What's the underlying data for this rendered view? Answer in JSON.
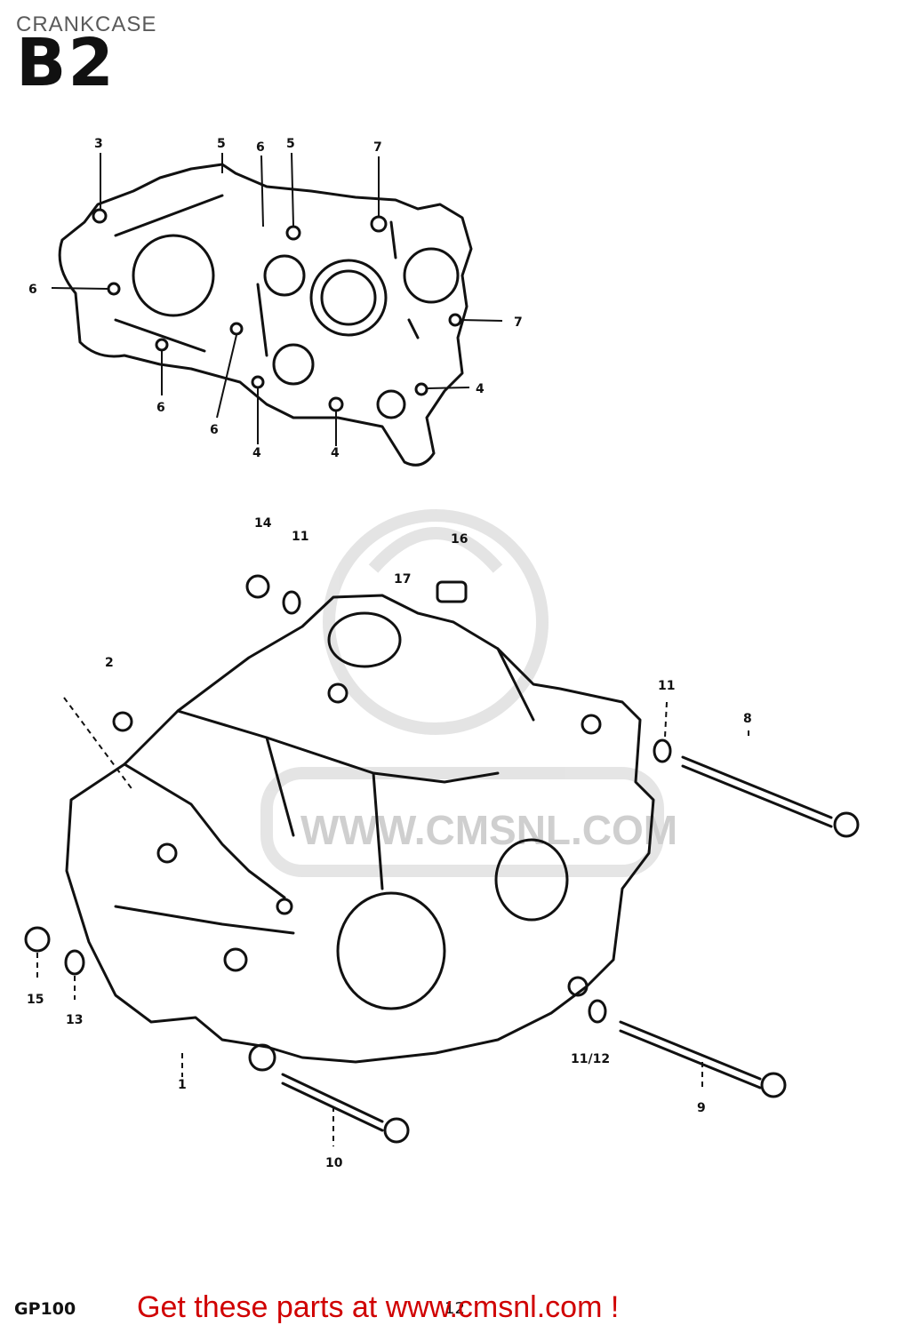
{
  "header": {
    "caption": "CRANKCASE",
    "section_code": "B2"
  },
  "callouts": {
    "upper_case": [
      "3",
      "5",
      "6",
      "5",
      "7",
      "6",
      "7",
      "6",
      "6",
      "4",
      "4",
      "4"
    ],
    "lower_case": [
      "14",
      "11",
      "16",
      "17",
      "2",
      "11",
      "8",
      "15",
      "13",
      "1",
      "10",
      "9",
      "11/12"
    ]
  },
  "watermark": {
    "text": "CMSNL",
    "url": "WWW.CMSNL.COM"
  },
  "footer": {
    "model": "GP100",
    "page": "12",
    "link_text": "Get these parts at www.cmsnl.com !"
  }
}
